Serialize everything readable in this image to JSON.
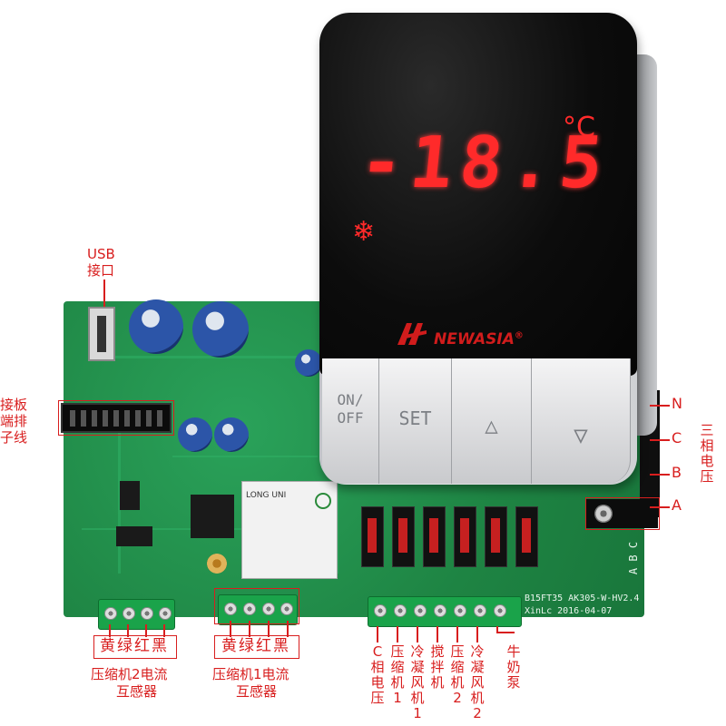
{
  "thermostat": {
    "temperature": "-18.5",
    "unit": "°C",
    "snow_icon": "snowflake-icon",
    "brand": "NEWASIA",
    "registered_mark": "®",
    "buttons": {
      "on_off_line1": "ON/",
      "on_off_line2": "OFF",
      "set": "SET",
      "up": "△",
      "down": "▽"
    }
  },
  "labels": {
    "usb": "USB",
    "usb_port": "接口",
    "board_header_1": "接板",
    "board_header_2": "端排",
    "board_header_3": "子线",
    "three_phase": "三相电压",
    "phase_n": "N",
    "phase_c": "C",
    "phase_b": "B",
    "phase_a": "A",
    "ct_colors_2": "黄绿红黑",
    "ct_colors_1": "黄绿红黑",
    "ct2_line1": "压缩机2电流",
    "ct2_line2": "互感器",
    "ct1_line1": "压缩机1电流",
    "ct1_line2": "互感器",
    "out_c_phase": "C相电压",
    "out_comp1": "压缩机1",
    "out_cond_fan1": "冷凝风机1",
    "out_stirrer": "搅拌机",
    "out_comp2": "压缩机2",
    "out_cond_fan2": "冷凝风机2",
    "out_milk_pump": "牛奶泵"
  },
  "pcb": {
    "model_line1": "B15FT35  AK305-W-HV2.4",
    "model_line2": "XinLc  2016-04-07",
    "module_brand": "LONG UNI",
    "phase_marks": "A B C"
  },
  "colors": {
    "annotation_red": "#d81e1e",
    "pcb_green": "#1f8a46",
    "display_red": "#ff2a2a"
  }
}
